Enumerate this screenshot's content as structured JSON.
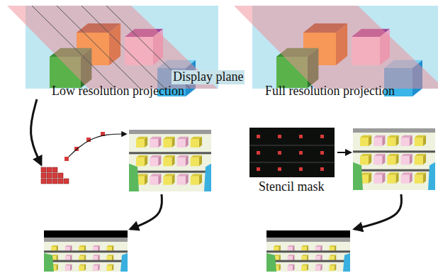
{
  "diagram": {
    "labels": [
      "Display plane",
      "Low resolution projection",
      "Full resolution projection",
      "Stencil mask"
    ]
  }
}
